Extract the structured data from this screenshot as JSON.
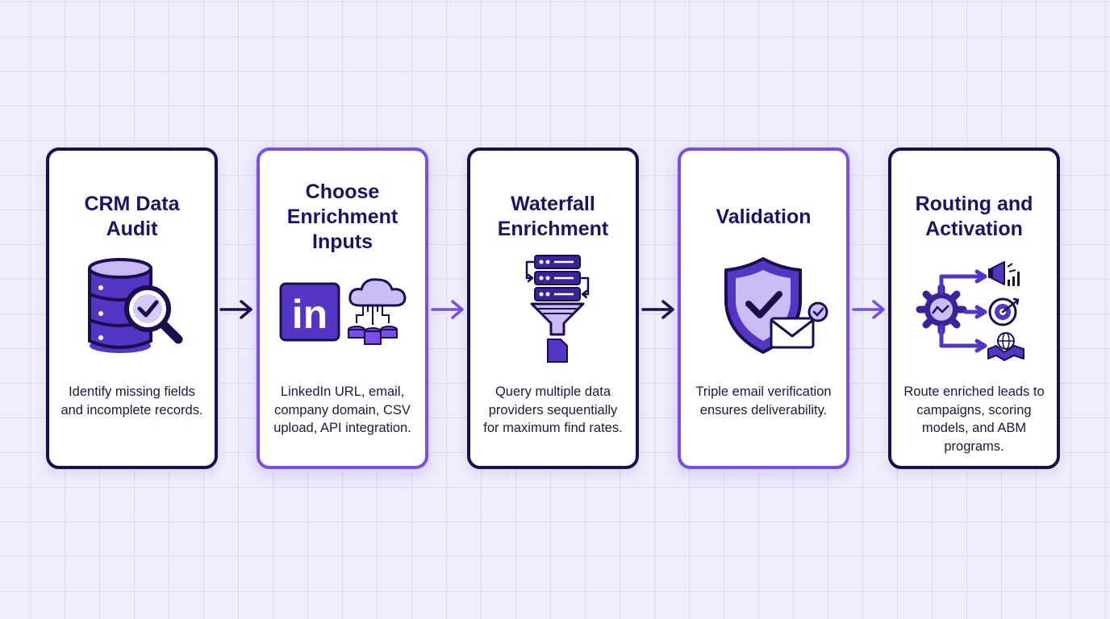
{
  "colors": {
    "dark_navy": "#1a0e4f",
    "accent_purple": "#7a4ee6",
    "icon_purple": "#5535c4",
    "icon_light": "#cbbcf6",
    "title_text": "#1f1265",
    "background": "#ededfb"
  },
  "steps": [
    {
      "title": "CRM Data Audit",
      "description": "Identify missing fields and incomplete records.",
      "icon": "database-magnifier-check-icon"
    },
    {
      "title": "Choose Enrichment Inputs",
      "description": "LinkedIn URL, email, company domain, CSV upload, API integration.",
      "icon": "linkedin-cloud-databases-icon",
      "logo_text": "in"
    },
    {
      "title": "Waterfall Enrichment",
      "description": "Query multiple data providers sequentially for maximum find rates.",
      "icon": "server-stack-funnel-icon"
    },
    {
      "title": "Validation",
      "description": "Triple email verification ensures deliverability.",
      "icon": "shield-check-envelope-icon"
    },
    {
      "title": "Routing and Activation",
      "description": "Route enriched leads to campaigns, scoring models, and ABM programs.",
      "icon": "gear-routing-megaphone-target-handshake-icon"
    }
  ],
  "connectors": [
    "arrow-right-icon",
    "arrow-right-icon",
    "arrow-right-icon",
    "arrow-right-icon"
  ]
}
